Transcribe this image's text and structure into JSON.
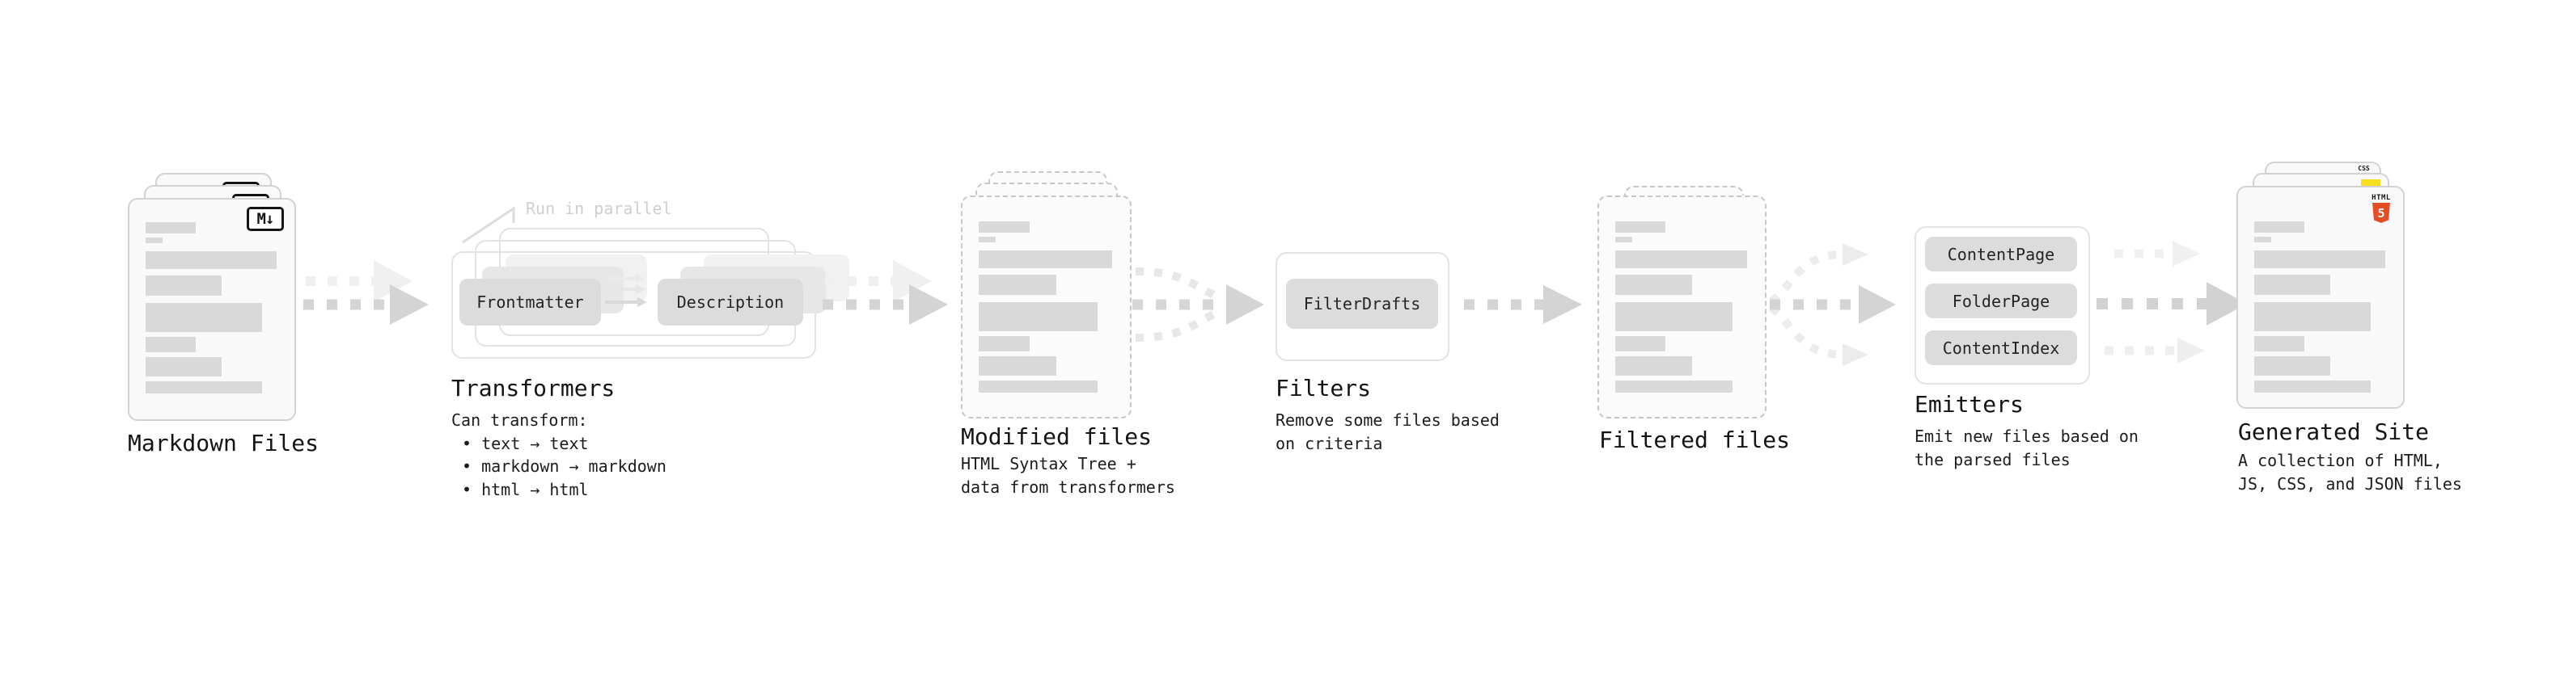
{
  "stages": {
    "markdown_files": {
      "label": "Markdown Files",
      "badge": "M↓"
    },
    "transformers": {
      "label": "Transformers",
      "callout": "Run in parallel",
      "box_left": "Frontmatter",
      "box_right": "Description",
      "note_title": "Can transform:",
      "bullets": [
        "• text → text",
        "• markdown → markdown",
        "• html → html"
      ]
    },
    "modified_files": {
      "label": "Modified files",
      "note_lines": [
        "HTML Syntax Tree +",
        "data from transformers"
      ]
    },
    "filters": {
      "label": "Filters",
      "box": "FilterDrafts",
      "note_lines": [
        "Remove some files based",
        "on criteria"
      ]
    },
    "filtered_files": {
      "label": "Filtered files"
    },
    "emitters": {
      "label": "Emitters",
      "boxes": [
        "ContentPage",
        "FolderPage",
        "ContentIndex"
      ],
      "note_lines": [
        "Emit new files based on",
        "the parsed files"
      ]
    },
    "generated_site": {
      "label": "Generated Site",
      "note_lines": [
        "A collection of HTML,",
        "JS, CSS, and JSON files"
      ],
      "badges": {
        "html_word": "HTML",
        "html_number": "5",
        "css_word": "CSS"
      }
    }
  },
  "colors": {
    "html5_orange": "#e44d26",
    "js_yellow": "#f7df1e",
    "css_blue": "#2965f1",
    "bar_gray": "#d9d9d9"
  }
}
